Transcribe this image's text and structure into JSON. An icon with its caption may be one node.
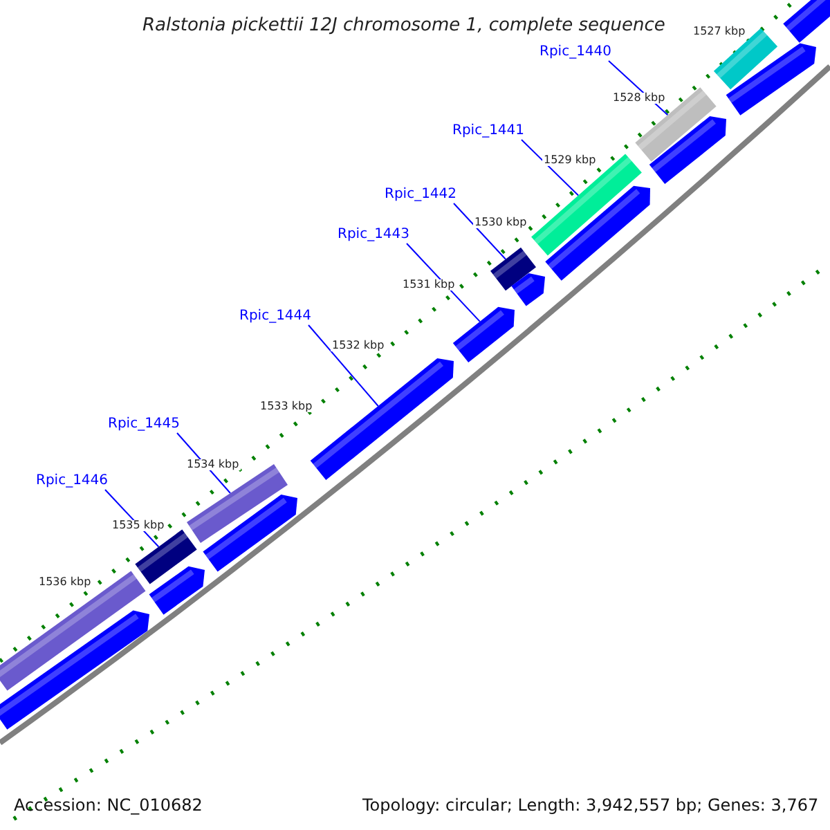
{
  "diagram": {
    "title": "Ralstonia pickettii 12J chromosome 1, complete sequence",
    "nodes": [
      {
        "text": [
          "Rpic_1440"
        ]
      },
      {
        "text": [
          "Rpic_1441"
        ]
      },
      {
        "text": [
          "Rpic_1442"
        ]
      },
      {
        "text": [
          "Rpic_1443"
        ]
      },
      {
        "text": [
          "Rpic_1444"
        ]
      },
      {
        "text": [
          "Rpic_1445"
        ]
      },
      {
        "text": [
          "Rpic_1446"
        ]
      },
      {
        "text": [],
        "shape": "bar"
      },
      {
        "text": [],
        "shape": "bar"
      },
      {
        "text": [],
        "shape": "bar"
      },
      {
        "text": [],
        "shape": "bar"
      },
      {
        "text": [],
        "shape": "bar"
      },
      {
        "text": [],
        "shape": "bar"
      },
      {
        "text": [],
        "shape": "bar"
      },
      {
        "text": [],
        "shape": "bar"
      },
      {
        "text": [],
        "shape": "bar"
      },
      {
        "text": [],
        "shape": "bar"
      },
      {
        "text": [],
        "shape": "bar"
      },
      {
        "text": [],
        "shape": "bar"
      },
      {
        "text": [],
        "shape": "bar"
      },
      {
        "text": [],
        "shape": "bar"
      },
      {
        "text": [],
        "shape": "bar"
      },
      {
        "text": [],
        "shape": "bar"
      },
      {
        "text": [],
        "shape": "bar"
      }
    ],
    "edges": [
      {
        "from": 0,
        "to": 10,
        "arrow": "none"
      },
      {
        "from": 1,
        "to": 12,
        "arrow": "none"
      },
      {
        "from": 2,
        "to": 14,
        "arrow": "none"
      },
      {
        "from": 3,
        "to": 16,
        "arrow": "none"
      },
      {
        "from": 4,
        "to": 17,
        "arrow": "none"
      },
      {
        "from": 5,
        "to": 18,
        "arrow": "none"
      },
      {
        "from": 6,
        "to": 20,
        "arrow": "none"
      }
    ],
    "labels": [
      "1527 kbp",
      "1528 kbp",
      "1529 kbp",
      "1530 kbp",
      "1531 kbp",
      "1532 kbp",
      "1533 kbp",
      "1534 kbp",
      "1535 kbp",
      "1536 kbp",
      "Accession: NC_010682",
      "Topology: circular; Length: 3,942,557 bp; Genes: 3,767"
    ]
  }
}
